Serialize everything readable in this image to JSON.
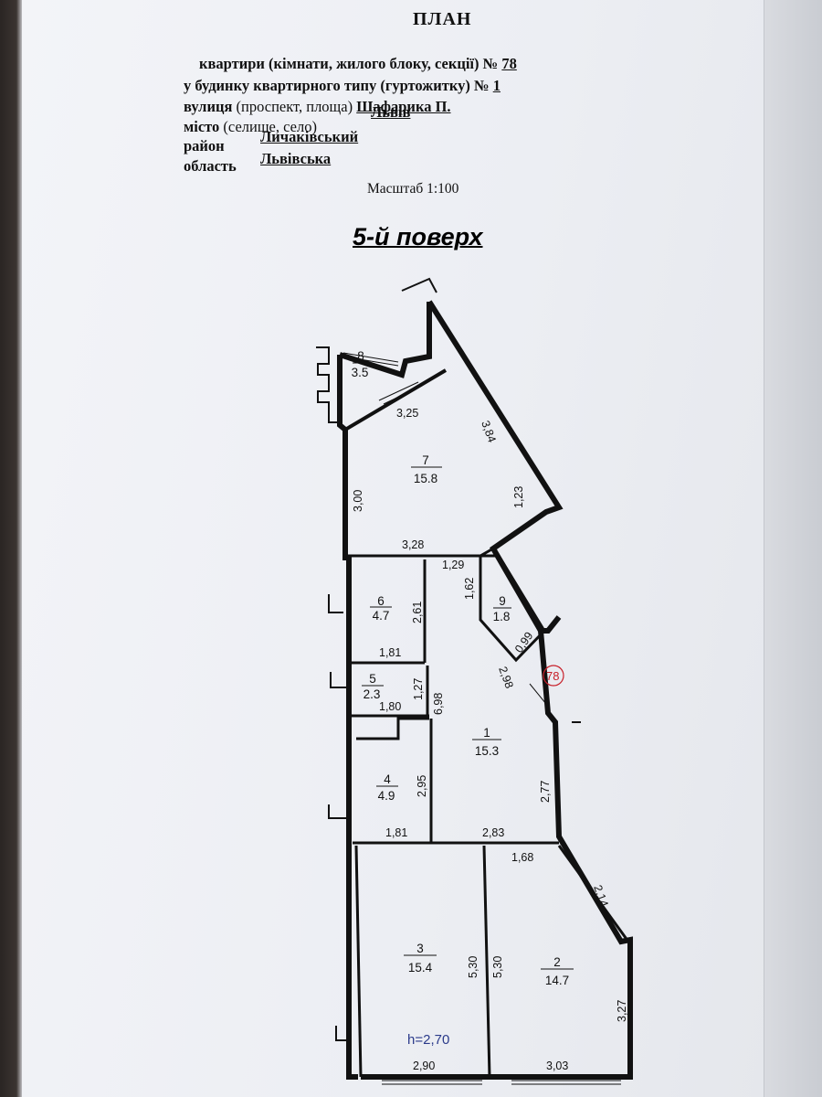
{
  "header": {
    "title": "ПЛАН",
    "line1": {
      "text": "квартири  (кімнати, жилого блоку, секції)",
      "label_no": "№",
      "value": "78"
    },
    "line2": {
      "text": "у  будинку квартирного типу (гуртожитку)",
      "label_no": "№",
      "value": "1"
    },
    "line3": {
      "text": "вулиця",
      "paren": "(проспект, площа)",
      "value": "Шафарика П."
    },
    "line4": {
      "text": "місто",
      "paren": "(селище, село)",
      "value": "Львів"
    },
    "line5": {
      "text": "район",
      "value": "Личаківський"
    },
    "line6": {
      "text": "область",
      "value": "Львівська"
    },
    "scale": "Масштаб 1:100"
  },
  "floor_title": "5-й поверх",
  "apartment_marker": "78",
  "height_note": "h=2,70",
  "rooms": [
    {
      "no": "8",
      "area": "3.5"
    },
    {
      "no": "7",
      "area": "15.8"
    },
    {
      "no": "6",
      "area": "4.7"
    },
    {
      "no": "9",
      "area": "1.8"
    },
    {
      "no": "5",
      "area": "2.3"
    },
    {
      "no": "1",
      "area": "15.3"
    },
    {
      "no": "4",
      "area": "4.9"
    },
    {
      "no": "3",
      "area": "15.4"
    },
    {
      "no": "2",
      "area": "14.7"
    }
  ],
  "dimensions": {
    "d8_bottom": "3,25",
    "d7_diag": "3,84",
    "d7_left": "3,00",
    "d7_right": "1,23",
    "d7_bottom": "3,28",
    "d1_top": "1,29",
    "d9_left": "1,62",
    "d9_bottom": "0,99",
    "d6_right": "2,61",
    "d6_bottom": "1,81",
    "d1_diag": "2,98",
    "d5_right": "1,27",
    "d5_bottom": "1,80",
    "d1_left": "6,98",
    "d4_right": "2,95",
    "d1_right": "2,77",
    "d4_bottom": "1,81",
    "d1_bottom": "2,83",
    "d2_top": "1,68",
    "d2_diag": "2,14",
    "d3_right": "5,30",
    "d2_left": "5,30",
    "d2_right": "3,27",
    "d3_bottom": "2,90",
    "d2_bottom": "3,03"
  }
}
